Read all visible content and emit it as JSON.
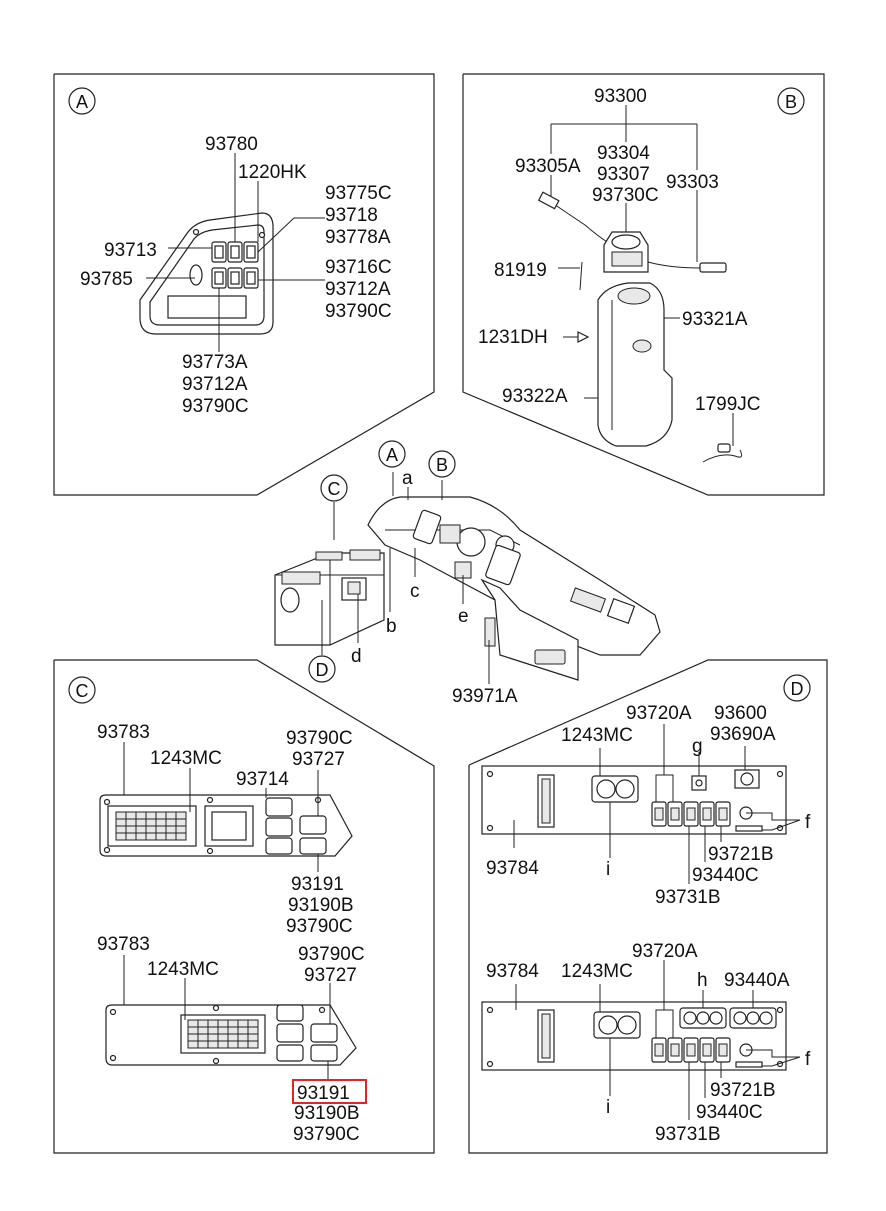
{
  "panel_a": {
    "letter": "A",
    "labels": [
      "93780",
      "1220HK",
      "93775C",
      "93718",
      "93778A",
      "93713",
      "93785",
      "93716C",
      "93712A",
      "93790C",
      "93773A",
      "93712A",
      "93790C"
    ]
  },
  "panel_b": {
    "letter": "B",
    "labels": [
      "93300",
      "93305A",
      "93304",
      "93307",
      "93730C",
      "93303",
      "81919",
      "93321A",
      "1231DH",
      "93322A",
      "1799JC"
    ]
  },
  "center": {
    "callouts": [
      "A",
      "B",
      "C",
      "D"
    ],
    "letters": [
      "a",
      "b",
      "c",
      "d",
      "e"
    ],
    "part": "93971A"
  },
  "panel_c": {
    "letter": "C",
    "top_labels": [
      "93783",
      "1243MC",
      "93790C",
      "93727",
      "93714",
      "93191",
      "93190B",
      "93790C"
    ],
    "bottom_labels": [
      "93783",
      "1243MC",
      "93790C",
      "93727",
      "93191",
      "93190B",
      "93790C"
    ],
    "highlighted": "93191"
  },
  "panel_d": {
    "letter": "D",
    "top_labels": [
      "93720A",
      "93600",
      "93690A",
      "1243MC",
      "g",
      "f",
      "93784",
      "i",
      "93721B",
      "93440C",
      "93731B"
    ],
    "bottom_labels": [
      "93720A",
      "93784",
      "1243MC",
      "h",
      "93440A",
      "f",
      "i",
      "93721B",
      "93440C",
      "93731B"
    ]
  }
}
